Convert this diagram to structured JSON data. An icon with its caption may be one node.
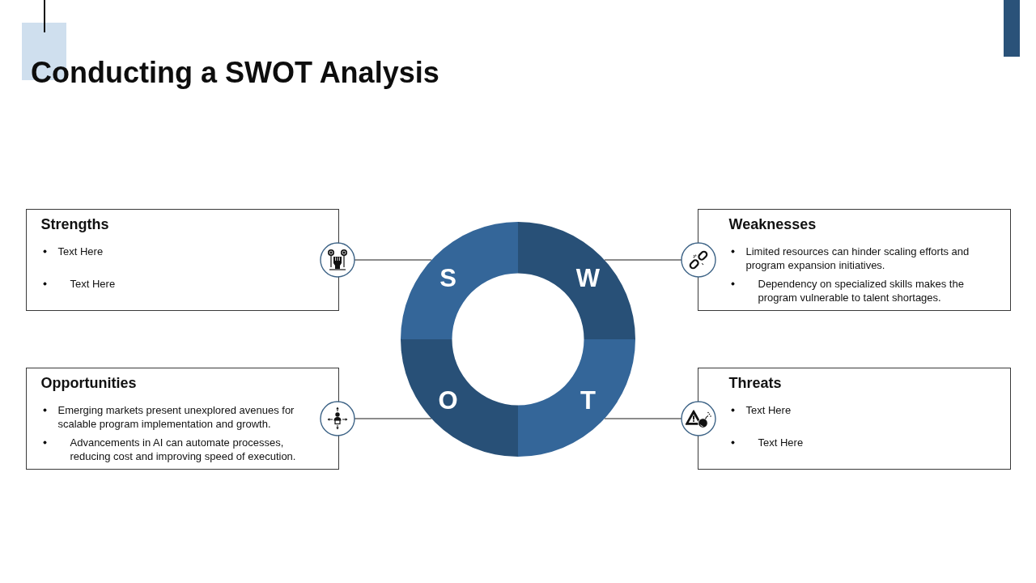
{
  "diagram": {
    "title": "Conducting a SWOT Analysis",
    "nodes": [
      {
        "text": [
          "Strengths",
          "Text Here",
          "Text Here"
        ]
      },
      {
        "text": [],
        "shape": "circle"
      },
      {
        "text": [
          "S"
        ]
      },
      {
        "text": [
          "W"
        ]
      },
      {
        "text": [],
        "shape": "circle"
      },
      {
        "text": [
          "Weaknesses",
          "Limited resources can hinder scaling efforts and program expansion initiatives.",
          "Dependency on specialized skills makes the program vulnerable to talent shortages."
        ]
      },
      {
        "text": [
          "Opportunities",
          "Emerging markets present unexplored avenues for scalable program implementation and growth.",
          "Advancements in AI can automate processes, reducing cost and improving speed of execution."
        ]
      },
      {
        "text": [],
        "shape": "circle"
      },
      {
        "text": [
          "O"
        ]
      },
      {
        "text": [
          "T"
        ]
      },
      {
        "text": [],
        "shape": "circle"
      },
      {
        "text": [
          "Threats",
          "Text Here",
          "Text Here"
        ]
      }
    ],
    "edges": [
      {
        "from": 1,
        "to": 2,
        "arrow": "none"
      },
      {
        "from": 4,
        "to": 3,
        "arrow": "none"
      },
      {
        "from": 7,
        "to": 8,
        "arrow": "none"
      },
      {
        "from": 10,
        "to": 9,
        "arrow": "none"
      }
    ]
  }
}
